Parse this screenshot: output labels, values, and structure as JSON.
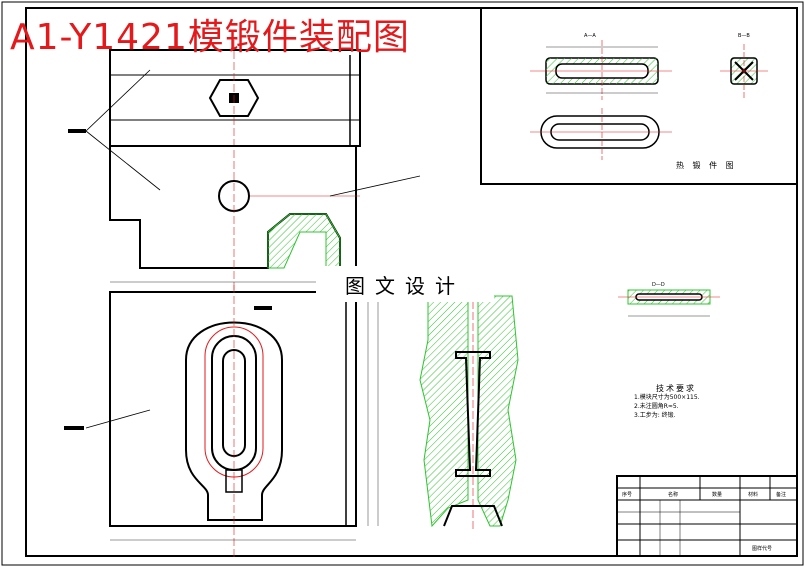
{
  "title": "A1-Y1421模锻件装配图",
  "watermark": "图文设计",
  "views": {
    "forging_label": "热 锻 件 图",
    "section_aa": "A—A",
    "section_bb": "B—B",
    "section_dd": "D—D"
  },
  "tech_requirements": {
    "heading": "技术要求",
    "items": [
      "1.模块尺寸为500×115.",
      "2.未注圆角R≈5.",
      "3.工步为: 终锻."
    ]
  },
  "title_block": {
    "cells": [
      "序号",
      "名称",
      "数量",
      "材料",
      "备注",
      "图样代号"
    ]
  },
  "colors": {
    "title": "#e3191c",
    "hatch": "#2cc52c",
    "centerline": "#e3191c",
    "frame": "#000000"
  }
}
